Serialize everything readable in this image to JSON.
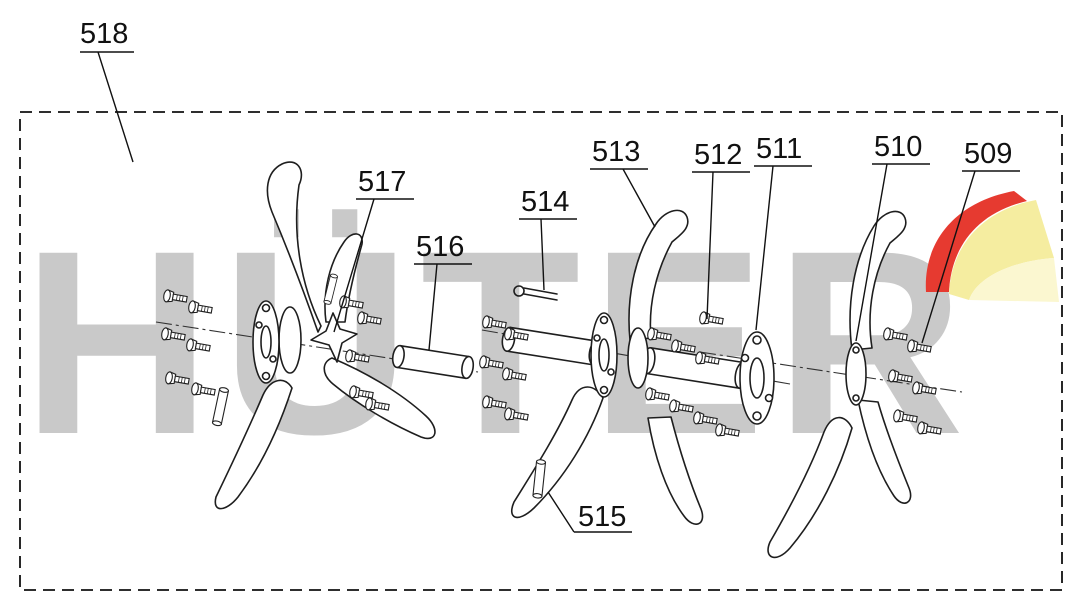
{
  "figure": {
    "watermark": "HÜTER",
    "type": "exploded-parts-diagram",
    "border_style": "dashed"
  },
  "part_labels": {
    "p509": "509",
    "p510": "510",
    "p511": "511",
    "p512": "512",
    "p513": "513",
    "p514": "514",
    "p515": "515",
    "p516": "516",
    "p517": "517",
    "p518": "518"
  },
  "colors": {
    "line": "#1e1e1e",
    "watermark_gray": "#c9c9c9",
    "logo_red": "#e63a30",
    "logo_yellow": "#f5eda0",
    "logo_pale_yellow": "#fbf7d0"
  }
}
